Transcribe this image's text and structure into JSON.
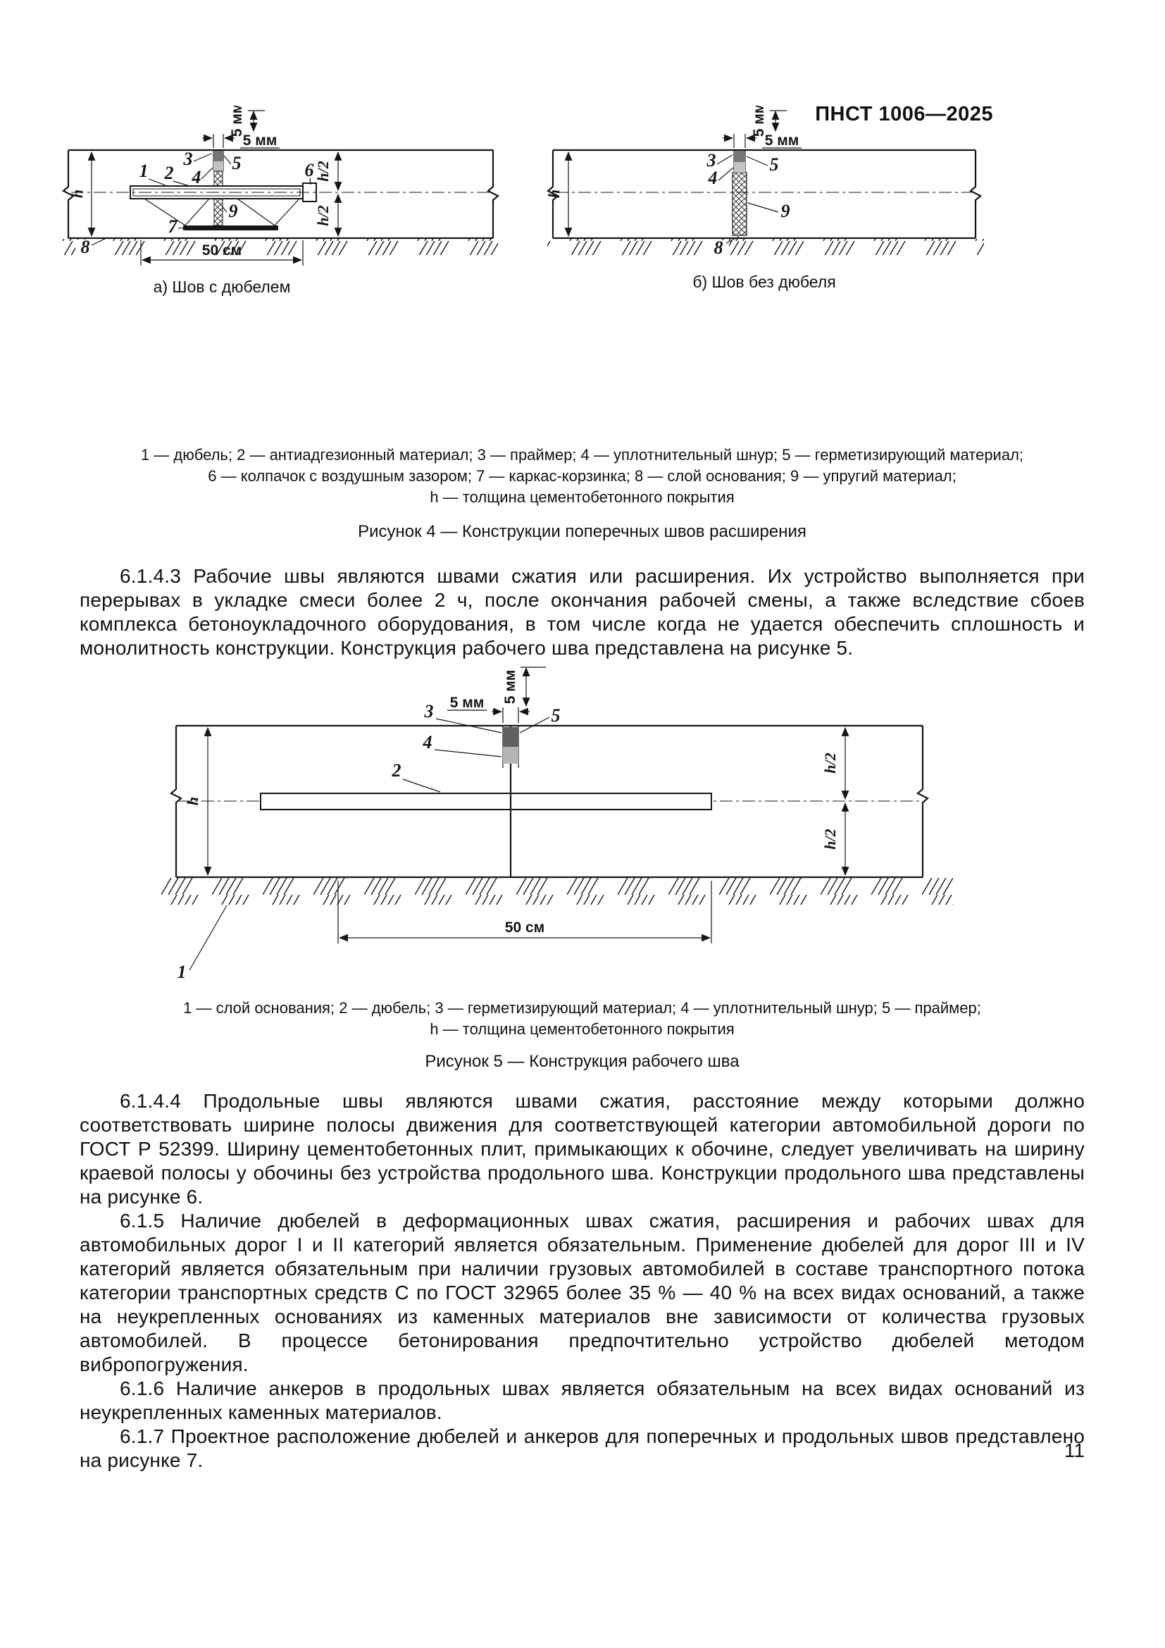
{
  "page": {
    "doc_number": "ПНСТ 1006—2025",
    "page_number": "11"
  },
  "dims": {
    "mm5": "5 мм",
    "cm50": "50 см",
    "h": "h",
    "h2": "h/2"
  },
  "nums": {
    "n1": "1",
    "n2": "2",
    "n3": "3",
    "n4": "4",
    "n5": "5",
    "n6": "6",
    "n7": "7",
    "n8": "8",
    "n9": "9"
  },
  "figure4": {
    "caption_a": "а) Шов с дюбелем",
    "caption_b": "б) Шов без дюбеля",
    "legend_line1": "1 — дюбель; 2 — антиадгезионный материал; 3 — праймер; 4 — уплотнительный шнур; 5 — герметизирующий материал;",
    "legend_line2": "6 — колпачок с воздушным зазором; 7 — каркас-корзинка; 8 — слой основания; 9 — упругий материал;",
    "legend_line3": "h — толщина цементобетонного покрытия",
    "title": "Рисунок 4 — Конструкции поперечных швов расширения"
  },
  "figure5": {
    "legend_line1": "1 — слой основания; 2 — дюбель; 3 — герметизирующий материал; 4 — уплотнительный шнур; 5 — праймер;",
    "legend_line2": "h — толщина цементобетонного покрытия",
    "title": "Рисунок 5 — Конструкция рабочего шва"
  },
  "paragraphs": {
    "p_6_1_4_3": "6.1.4.3 Рабочие швы являются швами сжатия или расширения. Их устройство выполняется при перерывах в укладке смеси более 2 ч, после окончания рабочей смены, а также вследствие сбоев комплекса бетоноукладочного оборудования, в том числе когда не удается обеспечить сплошность и монолитность конструкции. Конструкция рабочего шва представлена на рисунке 5.",
    "p_6_1_4_4": "6.1.4.4 Продольные швы являются швами сжатия, расстояние между которыми должно соответствовать ширине полосы движения для соответствующей категории автомобильной дороги по ГОСТ Р 52399. Ширину цементобетонных плит, примыкающих к обочине, следует увеличивать на ширину краевой полосы у обочины без устройства продольного шва. Конструкции продольного шва представлены на рисунке 6.",
    "p_6_1_5": "6.1.5 Наличие дюбелей в деформационных швах сжатия, расширения и рабочих швах для автомобильных дорог I и II категорий является обязательным. Применение дюбелей для дорог III и IV категорий является обязательным при наличии грузовых автомобилей в составе транспортного потока категории транспортных средств С по ГОСТ 32965 более 35 % — 40 % на всех видах оснований, а также на неукрепленных основаниях из каменных материалов вне зависимости от количества грузовых автомобилей. В процессе бетонирования предпочтительно устройство дюбелей методом вибропогружения.",
    "p_6_1_6": "6.1.6 Наличие анкеров в продольных швах является обязательным на всех видах оснований из неукрепленных каменных материалов.",
    "p_6_1_7": "6.1.7 Проектное расположение дюбелей и анкеров для поперечных и продольных швов представлено на рисунке 7."
  }
}
